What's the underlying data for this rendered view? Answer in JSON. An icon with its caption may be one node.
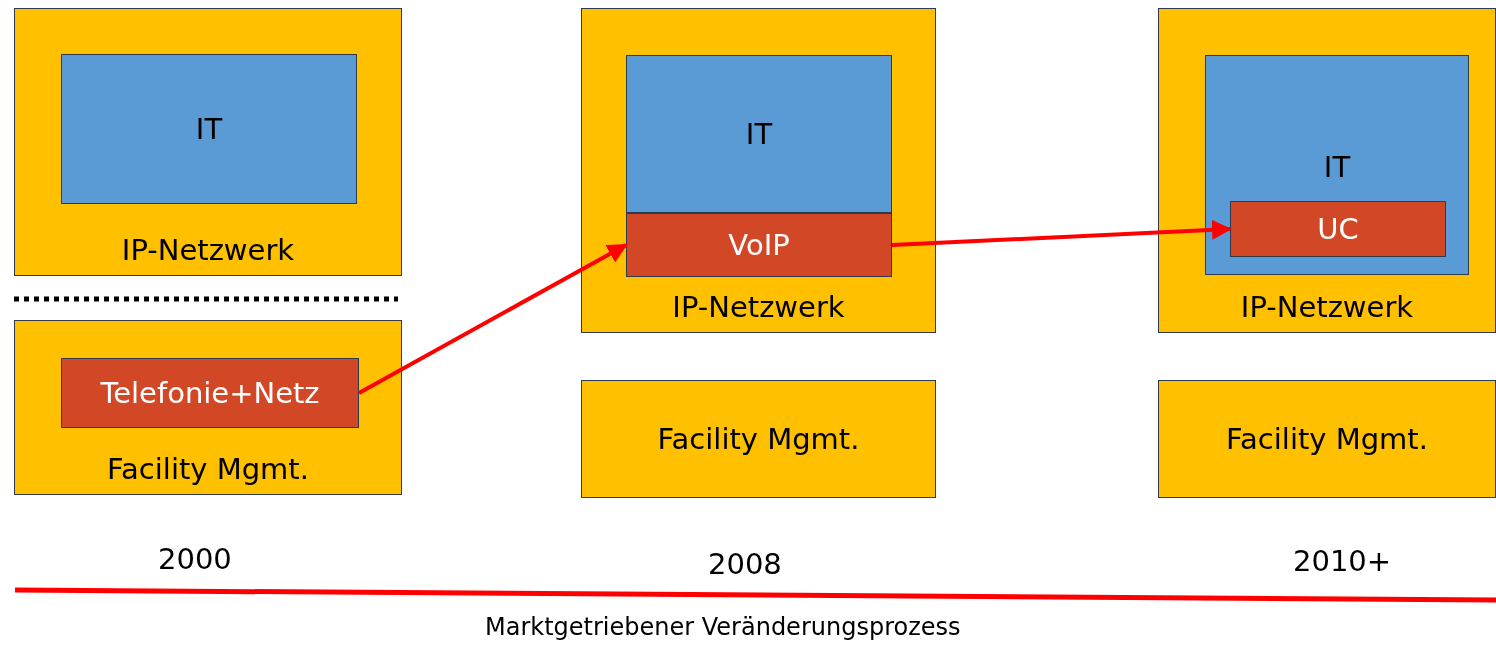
{
  "diagram": {
    "nodes": [
      {
        "text": [
          "IP-Netzwerk"
        ]
      },
      {
        "text": [
          "IT"
        ],
        "in": 0
      },
      {
        "text": [
          "Facility Mgmt."
        ]
      },
      {
        "text": [
          "Telefonie+Netz"
        ],
        "in": 2
      },
      {
        "text": [
          "IP-Netzwerk"
        ]
      },
      {
        "text": [
          "IT"
        ],
        "in": 4
      },
      {
        "text": [
          "VoIP"
        ],
        "in": 4
      },
      {
        "text": [
          "Facility Mgmt."
        ]
      },
      {
        "text": [
          "IP-Netzwerk"
        ]
      },
      {
        "text": [
          "IT"
        ],
        "in": 8
      },
      {
        "text": [
          "UC"
        ],
        "in": 9
      },
      {
        "text": [
          "Facility Mgmt."
        ]
      }
    ],
    "edges": [
      {
        "from": 3,
        "to": 6,
        "arrow": "to"
      },
      {
        "from": 6,
        "to": 10,
        "arrow": "to"
      }
    ],
    "labels": [
      "2000",
      "2008",
      "2010+",
      "Marktgetriebener Veränderungsprozess"
    ]
  }
}
